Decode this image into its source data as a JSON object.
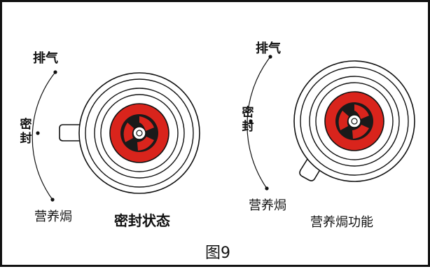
{
  "left_diagram": {
    "label_top": "排气",
    "label_middle": "密\n封",
    "label_bottom": "营养焗",
    "caption": "密封状态"
  },
  "right_diagram": {
    "label_top": "排气",
    "label_middle": "密\n封",
    "label_bottom": "营养焗",
    "caption": "营养焗功能"
  },
  "figure_label": "图9",
  "colors": {
    "valve_red": "#d9241c",
    "valve_dark": "#1a1a1a",
    "line": "#111111",
    "background": "#ffffff"
  }
}
